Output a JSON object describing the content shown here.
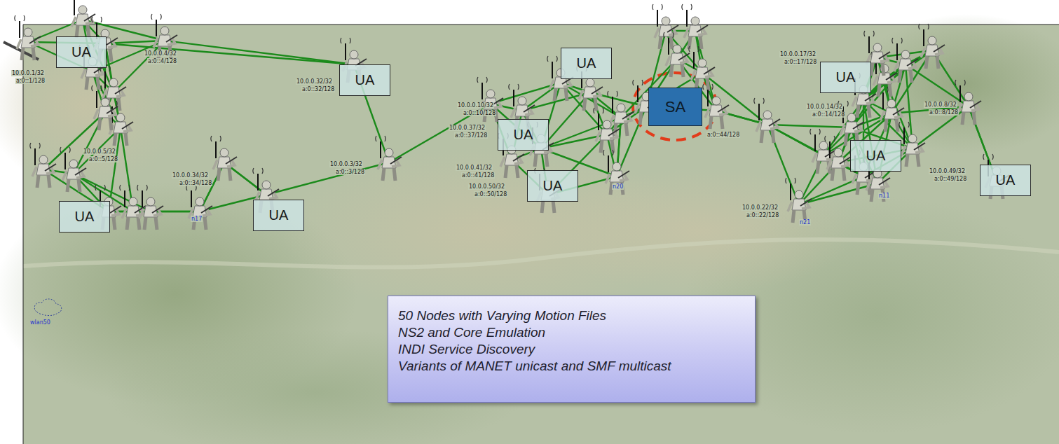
{
  "diagram": {
    "nodes": [
      {
        "text": [
          "UA"
        ]
      },
      {
        "text": [
          "UA"
        ]
      },
      {
        "text": [
          "UA"
        ]
      },
      {
        "text": [
          "UA"
        ]
      },
      {
        "text": [
          "SA"
        ]
      },
      {
        "text": [
          "UA"
        ]
      },
      {
        "text": [
          "UA"
        ]
      },
      {
        "text": [
          "UA"
        ]
      },
      {
        "text": [
          "UA"
        ]
      },
      {
        "text": [
          "UA"
        ]
      },
      {
        "text": [
          "UA"
        ]
      },
      {
        "text": [
          "50 Nodes with Varying Motion Files",
          "NS2 and Core Emulation",
          "INDI Service Discovery",
          "Variants of MANET unicast and SMF multicast"
        ]
      }
    ],
    "labels": [
      "10.0.0.1/32",
      "a:0::1/128",
      "10.0.0.4/32",
      "a:0::4/128",
      "10.0.0.5/32",
      "a:0::5/128",
      "10.0.0.34/32",
      "a:0::34/128",
      "10.0.0.32/32",
      "a:0::32/128",
      "10.0.0.3/32",
      "a:0::3/128",
      "10.0.0.10/32",
      "a:0::10/128",
      "10.0.0.37/32",
      "a:0::37/128",
      "10.0.0.41/32",
      "a:0::41/128",
      "10.0.0.50/32",
      "a:0::50/128",
      "a:0::44/128",
      "10.0.0.17/32",
      "a:0::17/128",
      "10.0.0.14/32",
      "a:0::14/128",
      "10.0.0.8/32",
      "a:0::8/128",
      "10.0.0.49/32",
      "a:0::49/128",
      "10.0.0.22/32",
      "a:0::22/128",
      "n17",
      "n20",
      "n21",
      "n11",
      "wlan50"
    ]
  }
}
